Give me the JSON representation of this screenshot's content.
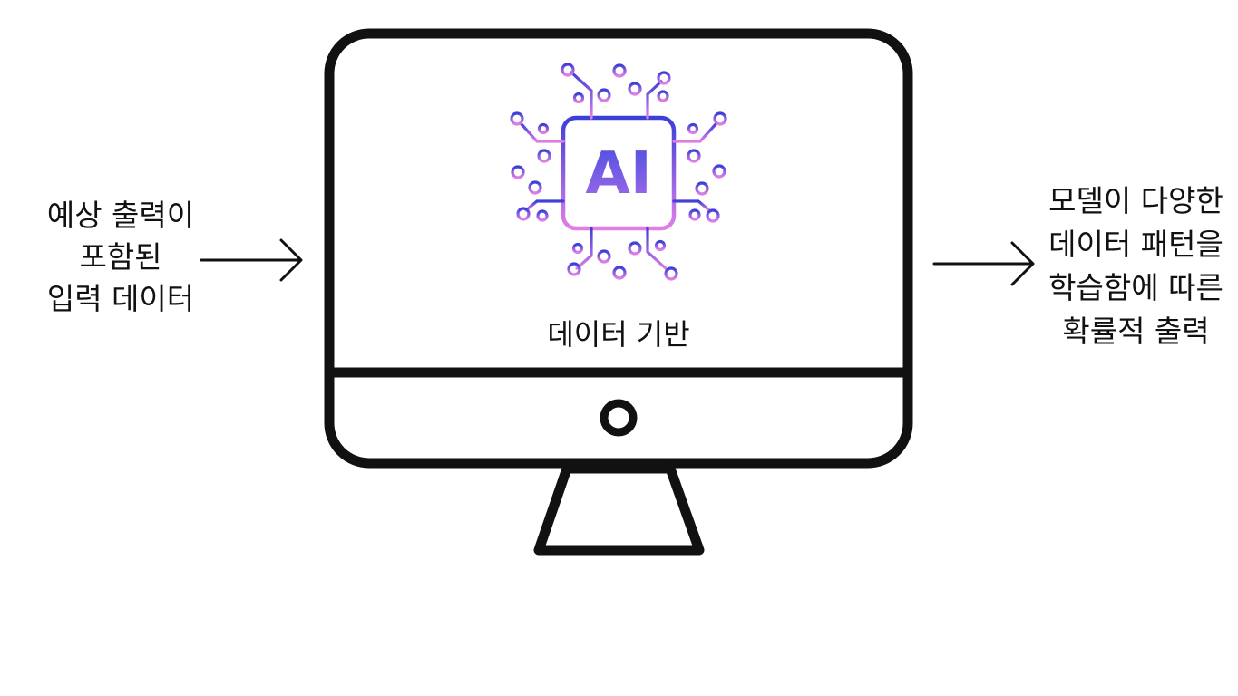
{
  "input_label": {
    "lines": [
      "예상 출력이",
      "포함된",
      "입력 데이터"
    ]
  },
  "output_label": {
    "lines": [
      "모델이 다양한",
      "데이터 패턴을",
      "학습함에 따른",
      "확률적 출력"
    ]
  },
  "screen": {
    "chip_label": "AI",
    "caption": "데이터 기반"
  },
  "colors": {
    "stroke": "#111111",
    "chip_gradient_top": "#3b3fd8",
    "chip_gradient_bottom": "#e07ee6",
    "ai_text_gradient_top": "#4a4fe0",
    "ai_text_gradient_bottom": "#a66be8"
  },
  "icons": [
    "right-arrow-icon",
    "monitor-icon",
    "ai-chip-icon",
    "power-button-icon"
  ]
}
